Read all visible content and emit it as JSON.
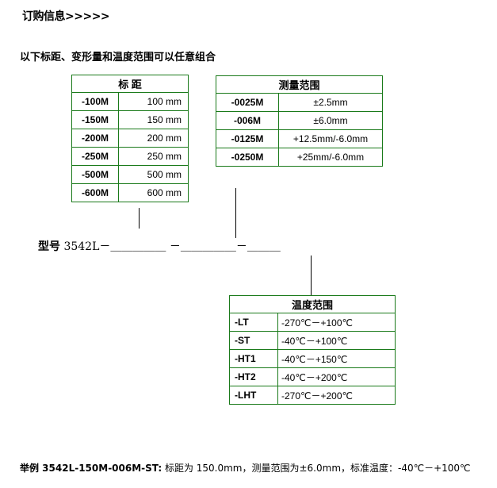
{
  "heading": "订购信息>>>>>",
  "subheading": "以下标距、变形量和温度范围可以任意组合",
  "gauge_table": {
    "title": "标  距",
    "rows": [
      {
        "code": "-100M",
        "value": "100 mm"
      },
      {
        "code": "-150M",
        "value": "150 mm"
      },
      {
        "code": "-200M",
        "value": "200 mm"
      },
      {
        "code": "-250M",
        "value": "250 mm"
      },
      {
        "code": "-500M",
        "value": "500 mm"
      },
      {
        "code": "-600M",
        "value": "600 mm"
      }
    ]
  },
  "range_table": {
    "title": "测量范围",
    "rows": [
      {
        "code": "-0025M",
        "value": "±2.5mm"
      },
      {
        "code": "-006M",
        "value": "±6.0mm"
      },
      {
        "code": "-0125M",
        "value": "+12.5mm/-6.0mm"
      },
      {
        "code": "-0250M",
        "value": "+25mm/-6.0mm"
      }
    ]
  },
  "temp_table": {
    "title": "温度范围",
    "rows": [
      {
        "code": "-LT",
        "value": "-270℃－+100℃"
      },
      {
        "code": "-ST",
        "value": "-40℃－+100℃"
      },
      {
        "code": "-HT1",
        "value": "-40℃－+150℃"
      },
      {
        "code": "-HT2",
        "value": "-40℃－+200℃"
      },
      {
        "code": "-LHT",
        "value": "-270℃－+200℃"
      }
    ]
  },
  "model": {
    "label": "型号",
    "text": " 3542L－＿＿＿＿＿ －＿＿＿＿＿－＿＿＿"
  },
  "example": {
    "label": "举例 3542L-150M-006M-ST:",
    "text": " 标距为 150.0mm，测量范围为±6.0mm，标准温度：-40℃－+100℃"
  }
}
